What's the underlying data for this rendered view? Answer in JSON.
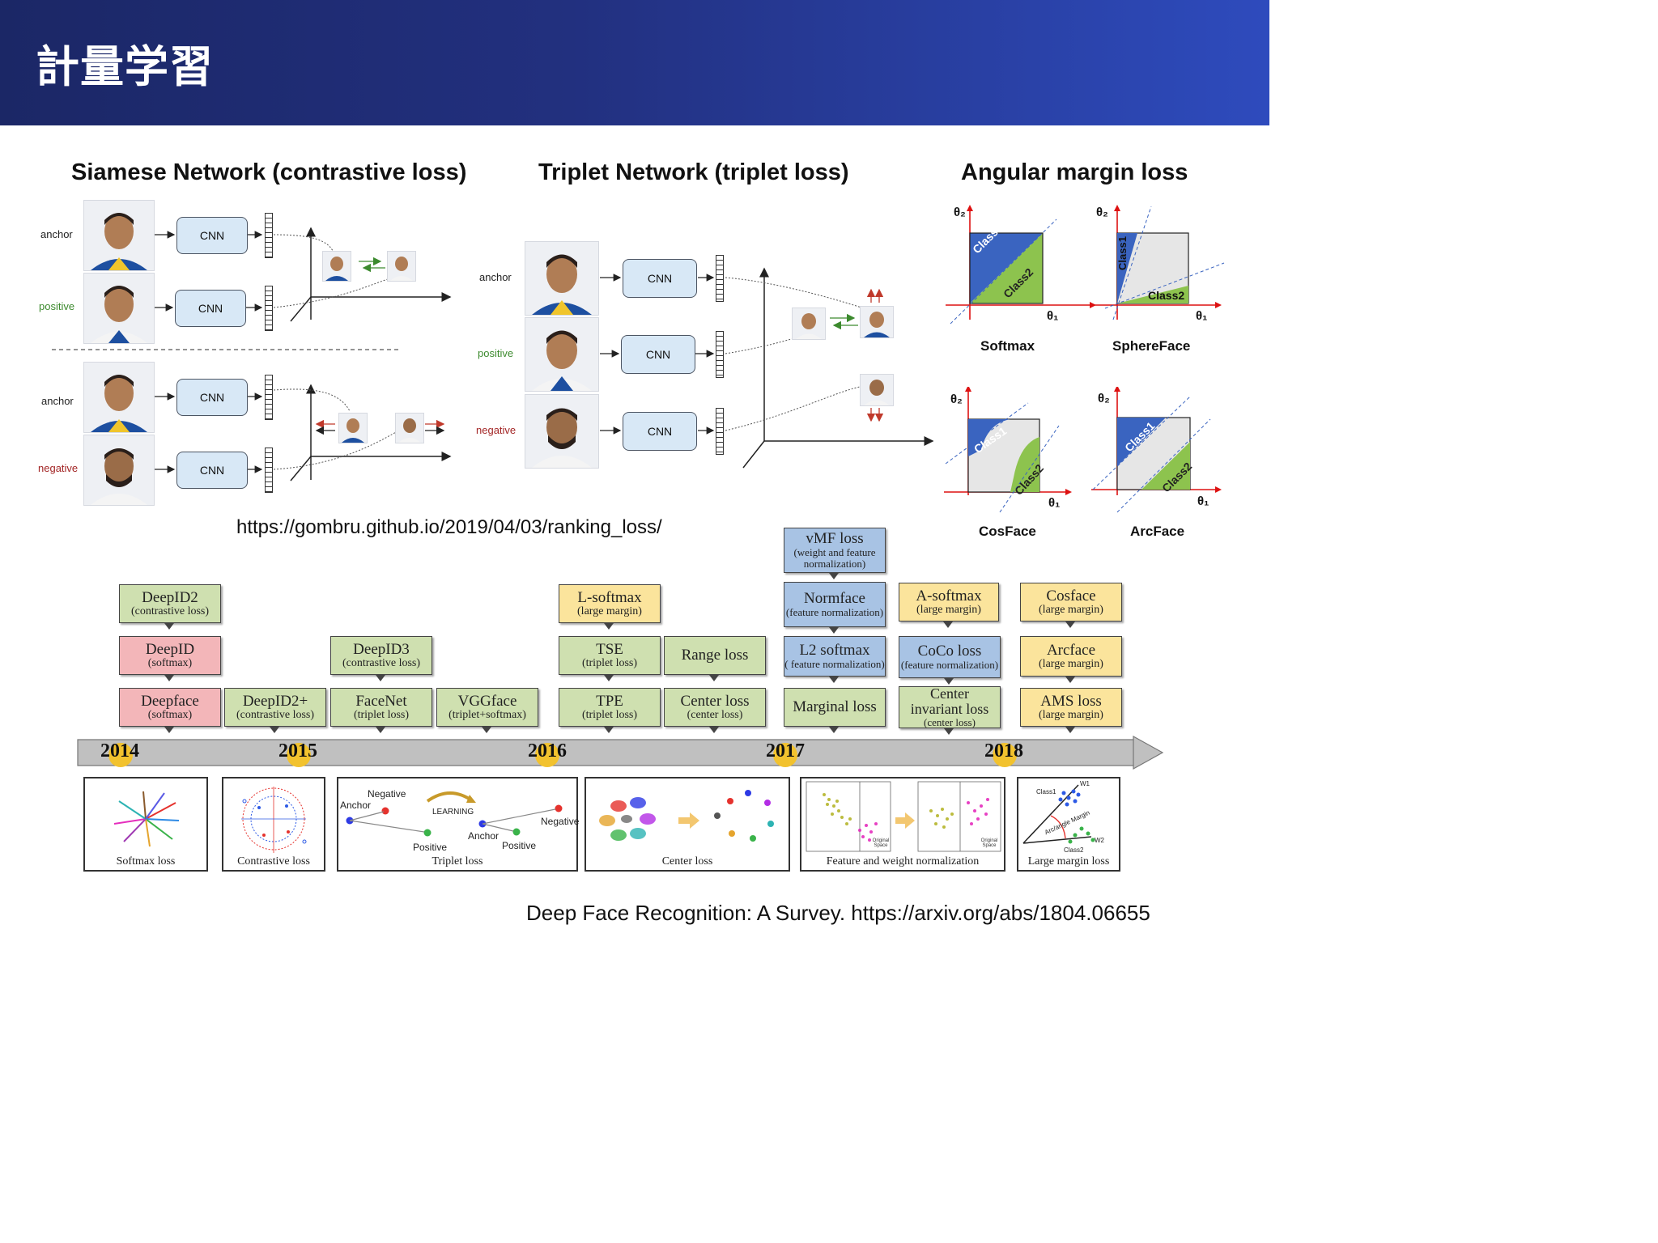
{
  "header": {
    "title": "計量学習"
  },
  "siamese": {
    "title": "Siamese Network (contrastive loss)",
    "labels": {
      "anchor_top": "anchor",
      "positive": "positive",
      "anchor_bottom": "anchor",
      "negative": "negative"
    },
    "cnn_label": "CNN"
  },
  "triplet": {
    "title": "Triplet Network (triplet loss)",
    "labels": {
      "anchor": "anchor",
      "positive": "positive",
      "negative": "negative"
    },
    "cnn_label": "CNN"
  },
  "angular": {
    "title": "Angular margin loss",
    "axis_x": "θ₁",
    "axis_y": "θ₂",
    "class1": "Class1",
    "class2": "Class2",
    "plots": [
      "Softmax",
      "SphereFace",
      "CosFace",
      "ArcFace"
    ]
  },
  "reference_url": "https://gombru.github.io/2019/04/03/ranking_loss/",
  "timeline": {
    "years": [
      "2014",
      "2015",
      "2016",
      "2017",
      "2018"
    ],
    "boxes": [
      {
        "name": "DeepID2",
        "sub": "(contrastive loss)"
      },
      {
        "name": "DeepID",
        "sub": "(softmax)"
      },
      {
        "name": "Deepface",
        "sub": "(softmax)"
      },
      {
        "name": "DeepID2+",
        "sub": "(contrastive loss)"
      },
      {
        "name": "DeepID3",
        "sub": "(contrastive loss)"
      },
      {
        "name": "FaceNet",
        "sub": "(triplet loss)"
      },
      {
        "name": "VGGface",
        "sub": "(triplet+softmax)"
      },
      {
        "name": "L-softmax",
        "sub": "(large margin)"
      },
      {
        "name": "TSE",
        "sub": "(triplet loss)"
      },
      {
        "name": "TPE",
        "sub": "(triplet loss)"
      },
      {
        "name": "Range loss",
        "sub": ""
      },
      {
        "name": "Center loss",
        "sub": "(center loss)"
      },
      {
        "name": "vMF loss",
        "sub": "(weight and feature normalization)"
      },
      {
        "name": "Normface",
        "sub": "(feature normalization)"
      },
      {
        "name": "L2 softmax",
        "sub": "( feature normalization)"
      },
      {
        "name": "Marginal loss",
        "sub": ""
      },
      {
        "name": "A-softmax",
        "sub": "(large margin)"
      },
      {
        "name": "CoCo loss",
        "sub": "(feature normalization)"
      },
      {
        "name": "Center invariant loss",
        "sub": "(center loss)"
      },
      {
        "name": "Cosface",
        "sub": "(large margin)"
      },
      {
        "name": "Arcface",
        "sub": "(large margin)"
      },
      {
        "name": "AMS loss",
        "sub": "(large margin)"
      }
    ],
    "thumbs": [
      "Softmax loss",
      "Contrastive loss",
      "Triplet loss",
      "Center loss",
      "Feature and weight normalization",
      "Large margin loss"
    ],
    "triplet_thumb": {
      "negative": "Negative",
      "anchor": "Anchor",
      "positive": "Positive",
      "learning": "LEARNING"
    },
    "margin_thumb": {
      "class1": "Class1",
      "class2": "Class2",
      "w1": "W1",
      "w2": "W2",
      "margin": "Arc/angle Margin"
    },
    "norm_thumb": {
      "space": "Original Space"
    }
  },
  "citation": "Deep Face Recognition: A Survey. https://arxiv.org/abs/1804.06655",
  "colors": {
    "header_dark": "#1b2766",
    "header_light": "#2e4bbd",
    "class1": "#3a64c0",
    "class2": "#8dc34e",
    "green_box": "#cfe0b0",
    "red_box": "#f3b6b9",
    "yellow_box": "#fbe49c",
    "blue_box": "#a8c3e4",
    "year_dot": "#f2c22e"
  }
}
